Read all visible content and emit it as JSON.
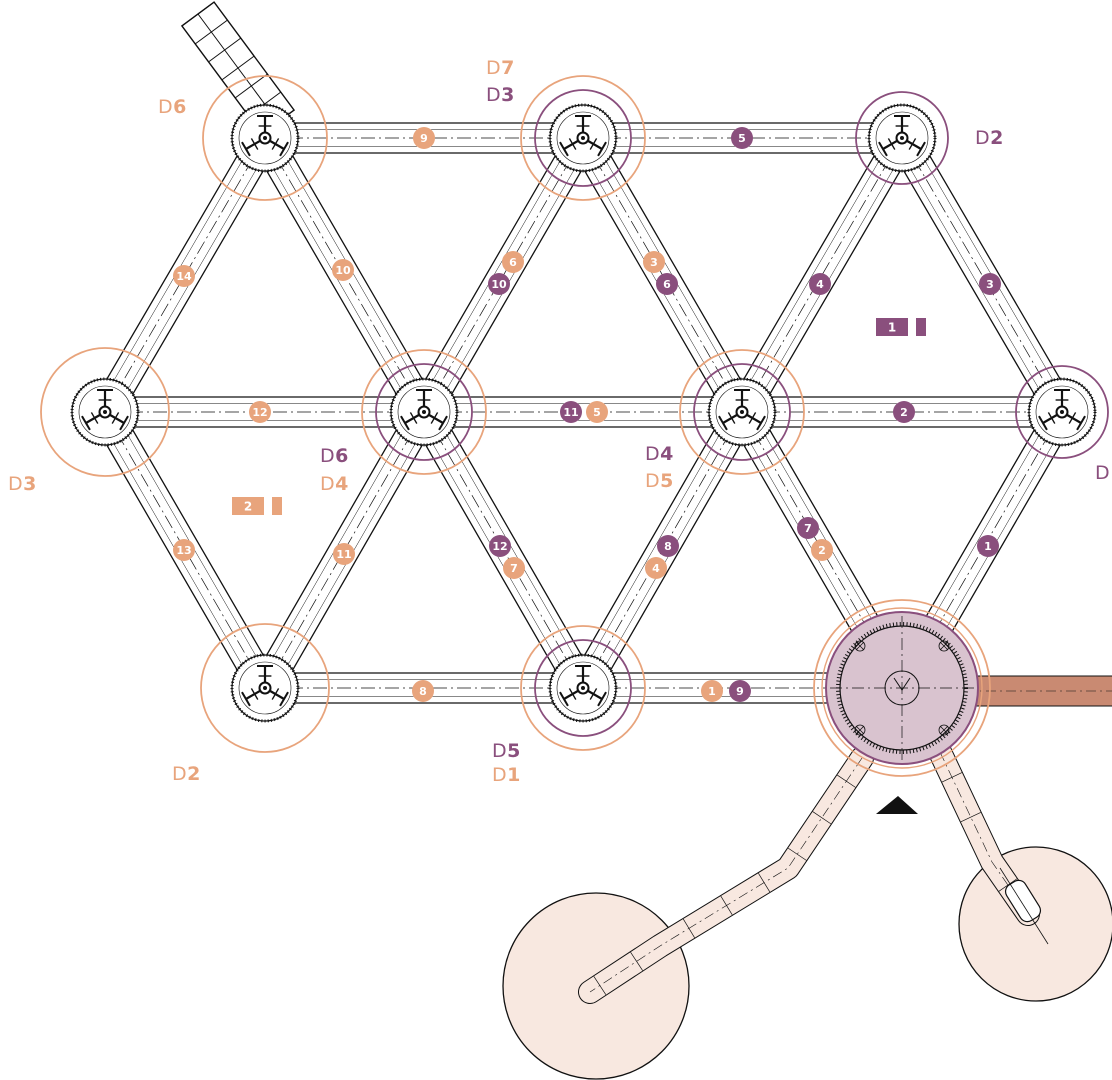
{
  "colors": {
    "orange": "#e8a47c",
    "purple": "#8a4f7d",
    "line": "#111111",
    "hub_fill": "#d9c3cf",
    "pad_fill": "#f8e8e0",
    "duct_fill": "#c98a72"
  },
  "icons": [
    "hub-mechanism-icon",
    "direction-triangle-icon"
  ],
  "section_labels": [
    {
      "id": "s1",
      "text": "1",
      "color": "purple"
    },
    {
      "id": "s2",
      "text": "2",
      "color": "orange"
    }
  ],
  "d_labels": [
    {
      "id": "d6-top-left",
      "prefix": "D",
      "num": "6",
      "color": "orange"
    },
    {
      "id": "d7-top-mid",
      "prefix": "D",
      "num": "7",
      "color": "orange"
    },
    {
      "id": "d3-top-mid",
      "prefix": "D",
      "num": "3",
      "color": "purple"
    },
    {
      "id": "d2-top-right",
      "prefix": "D",
      "num": "2",
      "color": "purple"
    },
    {
      "id": "d3-left",
      "prefix": "D",
      "num": "3",
      "color": "orange"
    },
    {
      "id": "d6-center",
      "prefix": "D",
      "num": "6",
      "color": "purple"
    },
    {
      "id": "d4-center",
      "prefix": "D",
      "num": "4",
      "color": "orange"
    },
    {
      "id": "d4-mid-right",
      "prefix": "D",
      "num": "4",
      "color": "purple"
    },
    {
      "id": "d5-mid-right",
      "prefix": "D",
      "num": "5",
      "color": "orange"
    },
    {
      "id": "d-right-edge",
      "prefix": "D",
      "num": "",
      "color": "purple"
    },
    {
      "id": "d2-bottom-left",
      "prefix": "D",
      "num": "2",
      "color": "orange"
    },
    {
      "id": "d5-bottom-mid",
      "prefix": "D",
      "num": "5",
      "color": "purple"
    },
    {
      "id": "d1-bottom-mid",
      "prefix": "D",
      "num": "1",
      "color": "orange"
    }
  ],
  "badges": [
    {
      "id": "b9o",
      "text": "9",
      "color": "orange"
    },
    {
      "id": "b5p",
      "text": "5",
      "color": "purple"
    },
    {
      "id": "b14o",
      "text": "14",
      "color": "orange"
    },
    {
      "id": "b10o",
      "text": "10",
      "color": "orange"
    },
    {
      "id": "b6o",
      "text": "6",
      "color": "orange"
    },
    {
      "id": "b10p",
      "text": "10",
      "color": "purple"
    },
    {
      "id": "b3o",
      "text": "3",
      "color": "orange"
    },
    {
      "id": "b6p",
      "text": "6",
      "color": "purple"
    },
    {
      "id": "b4p",
      "text": "4",
      "color": "purple"
    },
    {
      "id": "b3p",
      "text": "3",
      "color": "purple"
    },
    {
      "id": "b12o",
      "text": "12",
      "color": "orange"
    },
    {
      "id": "b11p",
      "text": "11",
      "color": "purple"
    },
    {
      "id": "b5o",
      "text": "5",
      "color": "orange"
    },
    {
      "id": "b2p",
      "text": "2",
      "color": "purple"
    },
    {
      "id": "b13o",
      "text": "13",
      "color": "orange"
    },
    {
      "id": "b11o",
      "text": "11",
      "color": "orange"
    },
    {
      "id": "b12p",
      "text": "12",
      "color": "purple"
    },
    {
      "id": "b7o",
      "text": "7",
      "color": "orange"
    },
    {
      "id": "b8p",
      "text": "8",
      "color": "purple"
    },
    {
      "id": "b4o",
      "text": "4",
      "color": "orange"
    },
    {
      "id": "b7p",
      "text": "7",
      "color": "purple"
    },
    {
      "id": "b2o",
      "text": "2",
      "color": "orange"
    },
    {
      "id": "b1p",
      "text": "1",
      "color": "purple"
    },
    {
      "id": "b8o",
      "text": "8",
      "color": "orange"
    },
    {
      "id": "b1o",
      "text": "1",
      "color": "orange"
    },
    {
      "id": "b9p",
      "text": "9",
      "color": "purple"
    }
  ]
}
